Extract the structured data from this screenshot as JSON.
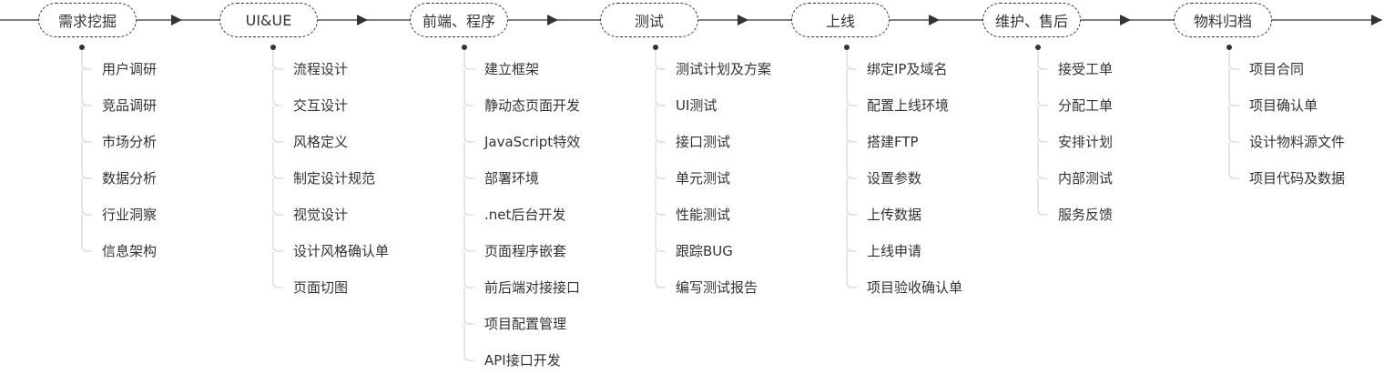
{
  "colors": {
    "line": "#333333",
    "text": "#333333",
    "background": "#ffffff"
  },
  "stages": [
    {
      "label": "需求挖掘",
      "tasks": [
        "用户调研",
        "竞品调研",
        "市场分析",
        "数据分析",
        "行业洞察",
        "信息架构"
      ]
    },
    {
      "label": "UI&UE",
      "tasks": [
        "流程设计",
        "交互设计",
        "风格定义",
        "制定设计规范",
        "视觉设计",
        "设计风格确认单",
        "页面切图"
      ]
    },
    {
      "label": "前端、程序",
      "tasks": [
        "建立框架",
        "静动态页面开发",
        "JavaScript特效",
        "部署环境",
        ".net后台开发",
        "页面程序嵌套",
        "前后端对接接口",
        "项目配置管理",
        "API接口开发"
      ]
    },
    {
      "label": "测试",
      "tasks": [
        "测试计划及方案",
        "UI测试",
        "接口测试",
        "单元测试",
        "性能测试",
        "跟踪BUG",
        "编写测试报告"
      ]
    },
    {
      "label": "上线",
      "tasks": [
        "绑定IP及域名",
        "配置上线环境",
        "搭建FTP",
        "设置参数",
        "上传数据",
        "上线申请",
        "项目验收确认单"
      ]
    },
    {
      "label": "维护、售后",
      "tasks": [
        "接受工单",
        "分配工单",
        "安排计划",
        "内部测试",
        "服务反馈"
      ]
    },
    {
      "label": "物料归档",
      "tasks": [
        "项目合同",
        "项目确认单",
        "设计物料源文件",
        "项目代码及数据"
      ]
    }
  ]
}
